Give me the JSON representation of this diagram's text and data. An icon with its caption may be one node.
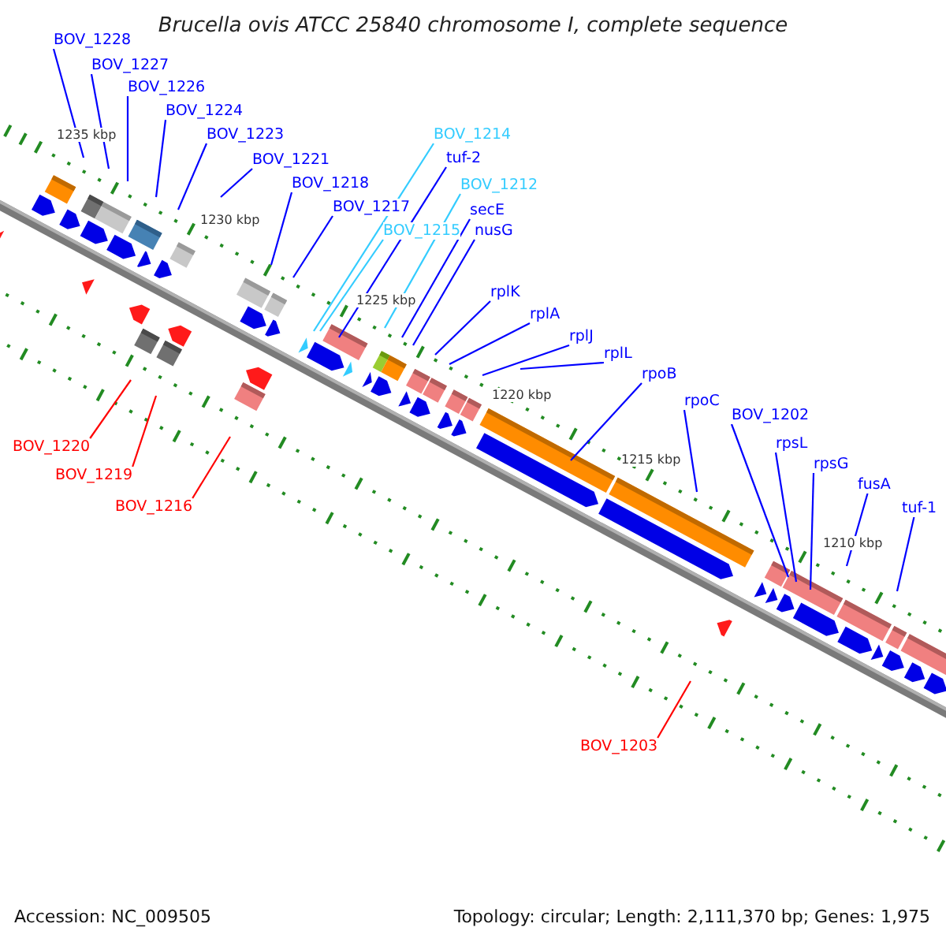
{
  "diagram": {
    "title": "Brucella ovis ATCC 25840 chromosome I, complete sequence",
    "nodes": [
      {
        "text": [
          "BOV_1228"
        ]
      },
      {
        "text": [
          "BOV_1227"
        ]
      },
      {
        "text": [
          "BOV_1226"
        ]
      },
      {
        "text": [
          "BOV_1224"
        ]
      },
      {
        "text": [
          "BOV_1214"
        ]
      },
      {
        "text": [
          "BOV_1223"
        ]
      },
      {
        "text": [
          "BOV_1221"
        ]
      },
      {
        "text": [
          "tuf-2"
        ]
      },
      {
        "text": [
          "BOV_1218"
        ]
      },
      {
        "text": [
          "BOV_1212"
        ]
      },
      {
        "text": [
          "BOV_1217"
        ]
      },
      {
        "text": [
          "secE"
        ]
      },
      {
        "text": [
          "BOV_1215"
        ]
      },
      {
        "text": [
          "nusG"
        ]
      },
      {
        "text": [
          "rplK"
        ]
      },
      {
        "text": [
          "rplA"
        ]
      },
      {
        "text": [
          "rplJ"
        ]
      },
      {
        "text": [
          "rplL"
        ]
      },
      {
        "text": [
          "rpoB"
        ]
      },
      {
        "text": [
          "rpoC"
        ]
      },
      {
        "text": [
          "BOV_1202"
        ]
      },
      {
        "text": [
          "BOV_1220"
        ]
      },
      {
        "text": [
          "rpsL"
        ]
      },
      {
        "text": [
          "rpsG"
        ]
      },
      {
        "text": [
          "BOV_1219"
        ]
      },
      {
        "text": [
          "fusA"
        ]
      },
      {
        "text": [
          "BOV_1216"
        ]
      },
      {
        "text": [
          "tuf-1"
        ]
      },
      {
        "text": [
          "BOV_1203"
        ]
      }
    ],
    "edges": [
      {
        "from": 0,
        "to": null,
        "arrow": "none"
      },
      {
        "from": 1,
        "to": null,
        "arrow": "none"
      },
      {
        "from": 2,
        "to": null,
        "arrow": "none"
      },
      {
        "from": 3,
        "to": null,
        "arrow": "none"
      },
      {
        "from": 4,
        "to": null,
        "arrow": "none",
        "color": "#33ccff"
      },
      {
        "from": 5,
        "to": null,
        "arrow": "none"
      },
      {
        "from": 6,
        "to": null,
        "arrow": "none"
      },
      {
        "from": 7,
        "to": null,
        "arrow": "none"
      },
      {
        "from": 8,
        "to": null,
        "arrow": "none"
      },
      {
        "from": 9,
        "to": null,
        "arrow": "none",
        "color": "#33ccff"
      },
      {
        "from": 10,
        "to": null,
        "arrow": "none"
      },
      {
        "from": 11,
        "to": null,
        "arrow": "none"
      },
      {
        "from": 12,
        "to": null,
        "arrow": "none",
        "color": "#33ccff"
      },
      {
        "from": 13,
        "to": null,
        "arrow": "none"
      },
      {
        "from": 14,
        "to": null,
        "arrow": "none"
      },
      {
        "from": 15,
        "to": null,
        "arrow": "none"
      },
      {
        "from": 16,
        "to": null,
        "arrow": "none"
      },
      {
        "from": 17,
        "to": null,
        "arrow": "none"
      },
      {
        "from": 18,
        "to": null,
        "arrow": "none"
      },
      {
        "from": 19,
        "to": null,
        "arrow": "none"
      },
      {
        "from": 20,
        "to": null,
        "arrow": "none"
      },
      {
        "from": 21,
        "to": null,
        "arrow": "none",
        "color": "#ff0000"
      },
      {
        "from": 22,
        "to": null,
        "arrow": "none"
      },
      {
        "from": 23,
        "to": null,
        "arrow": "none"
      },
      {
        "from": 24,
        "to": null,
        "arrow": "none",
        "color": "#ff0000"
      },
      {
        "from": 25,
        "to": null,
        "arrow": "none"
      },
      {
        "from": 26,
        "to": null,
        "arrow": "none",
        "color": "#ff0000"
      },
      {
        "from": 27,
        "to": null,
        "arrow": "none"
      },
      {
        "from": 28,
        "to": null,
        "arrow": "none",
        "color": "#ff0000"
      }
    ],
    "labels": [
      "1235 kbp",
      "1230 kbp",
      "1225 kbp",
      "1220 kbp",
      "1215 kbp",
      "1210 kbp",
      "Accession: NC_009505",
      "Topology: circular; Length: 2,111,370 bp; Genes: 1,975"
    ]
  }
}
